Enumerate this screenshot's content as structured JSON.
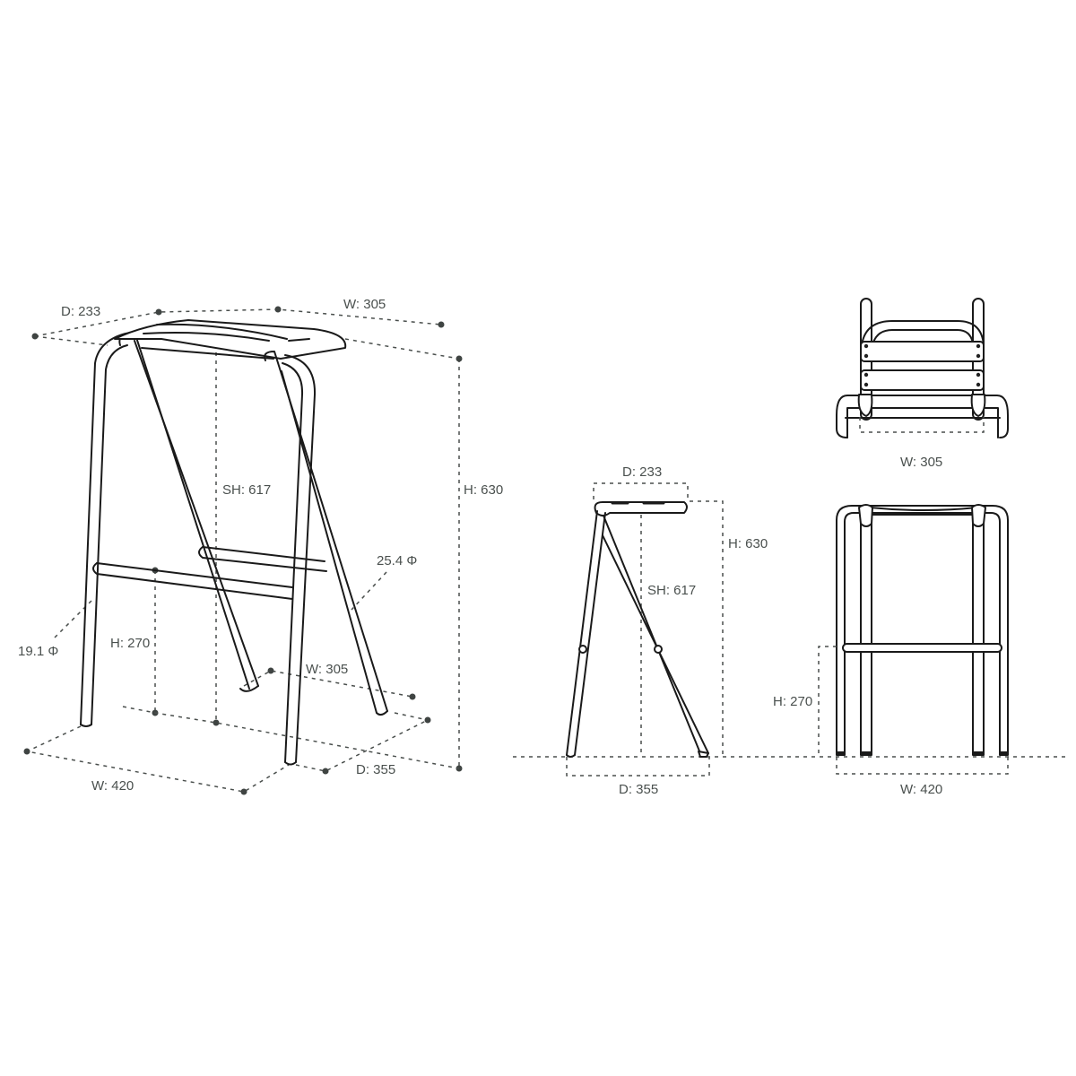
{
  "drawing": {
    "subject": "bar stool",
    "line_color": "#1a1a1a",
    "dimension_color": "#4a504e",
    "background": "#ffffff"
  },
  "perspective_view": {
    "labels": {
      "seat_depth": "D: 233",
      "seat_width": "W: 305",
      "overall_height": "H: 630",
      "seat_height": "SH: 617",
      "top_tube_diameter": "25.4 Φ",
      "leg_tube_diameter": "19.1 Φ",
      "footrest_height": "H: 270",
      "rear_base_width": "W: 305",
      "base_width": "W: 420",
      "base_depth": "D: 355"
    }
  },
  "side_view": {
    "labels": {
      "seat_depth": "D: 233",
      "overall_height": "H: 630",
      "seat_height": "SH: 617",
      "base_depth": "D: 355"
    }
  },
  "top_view": {
    "labels": {
      "seat_width": "W: 305"
    }
  },
  "front_view": {
    "labels": {
      "footrest_height": "H: 270",
      "base_width": "W: 420"
    }
  }
}
